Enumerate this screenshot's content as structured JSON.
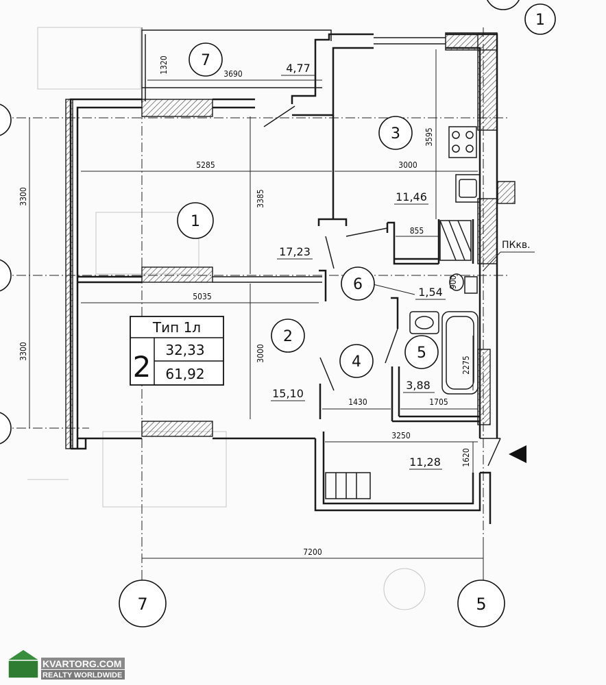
{
  "rooms": [
    {
      "num": "1",
      "area": "17,23"
    },
    {
      "num": "2",
      "area": "15,10"
    },
    {
      "num": "3",
      "area": "11,46"
    },
    {
      "num": "4",
      "area": "11,28"
    },
    {
      "num": "5",
      "area": "3,88"
    },
    {
      "num": "6",
      "area": "1,54"
    },
    {
      "num": "7",
      "area": "4,77"
    }
  ],
  "dimensions": {
    "balcony_width": "3690",
    "balcony_depth": "1320",
    "room1_width": "5285",
    "room1_height": "3385",
    "room2_width": "5035",
    "room2_height": "3000",
    "kitchen_width": "3000",
    "kitchen_height": "3595",
    "closet_width": "855",
    "hall_width": "1430",
    "bath_width": "1705",
    "bath_height": "2275",
    "hall_total_width": "3250",
    "hall_height": "1620",
    "axis_span_1": "3300",
    "axis_span_2": "3300",
    "total_width": "7200",
    "niche": "900"
  },
  "legend": {
    "type_label": "Тип 1л",
    "rooms_count": "2",
    "living_area": "32,33",
    "total_area": "61,92"
  },
  "riser_label": "ПКкв.",
  "axes": {
    "left": "7",
    "right": "5",
    "top": "1"
  },
  "watermark": {
    "brand": "KVARTORG.COM",
    "tagline": "REALTY WORLDWIDE"
  }
}
